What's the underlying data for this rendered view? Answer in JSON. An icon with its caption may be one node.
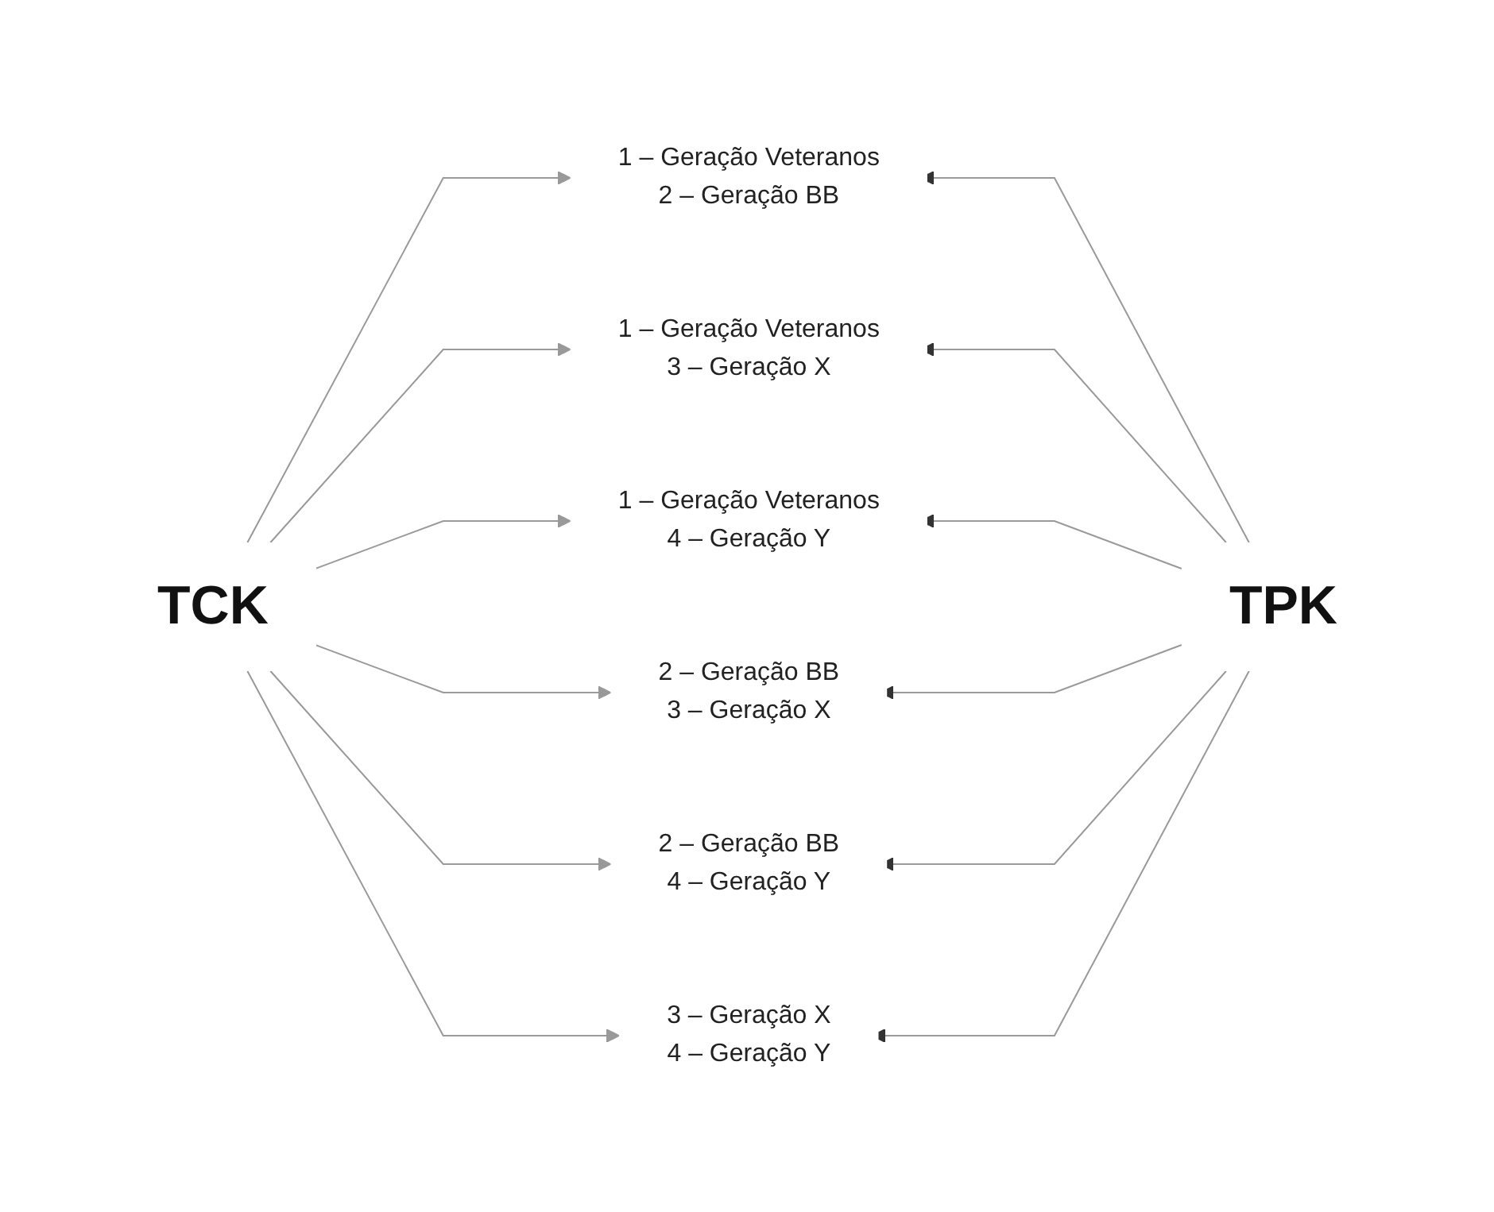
{
  "diagram": {
    "nodes": [
      {
        "text": [
          "TCK"
        ]
      },
      {
        "text": [
          "1 – Geração Veteranos",
          "2 – Geração BB"
        ]
      },
      {
        "text": [
          "1 – Geração Veteranos",
          "3 – Geração X"
        ]
      },
      {
        "text": [
          "1 – Geração Veteranos",
          "4 – Geração Y"
        ]
      },
      {
        "text": [
          "2 – Geração BB",
          "3 – Geração X"
        ]
      },
      {
        "text": [
          "2 – Geração BB",
          "4 – Geração Y"
        ]
      },
      {
        "text": [
          "3 – Geração X",
          "4 – Geração Y"
        ]
      },
      {
        "text": [
          "TPK"
        ]
      }
    ],
    "edges": [
      {
        "from": 0,
        "to": 1,
        "arrow": "to"
      },
      {
        "from": 0,
        "to": 2,
        "arrow": "to"
      },
      {
        "from": 0,
        "to": 3,
        "arrow": "to"
      },
      {
        "from": 0,
        "to": 4,
        "arrow": "to"
      },
      {
        "from": 0,
        "to": 5,
        "arrow": "to"
      },
      {
        "from": 0,
        "to": 6,
        "arrow": "to"
      },
      {
        "from": 7,
        "to": 1,
        "arrow": "to"
      },
      {
        "from": 7,
        "to": 2,
        "arrow": "to"
      },
      {
        "from": 7,
        "to": 3,
        "arrow": "to"
      },
      {
        "from": 7,
        "to": 4,
        "arrow": "to"
      },
      {
        "from": 7,
        "to": 5,
        "arrow": "to"
      },
      {
        "from": 7,
        "to": 6,
        "arrow": "to"
      }
    ]
  }
}
